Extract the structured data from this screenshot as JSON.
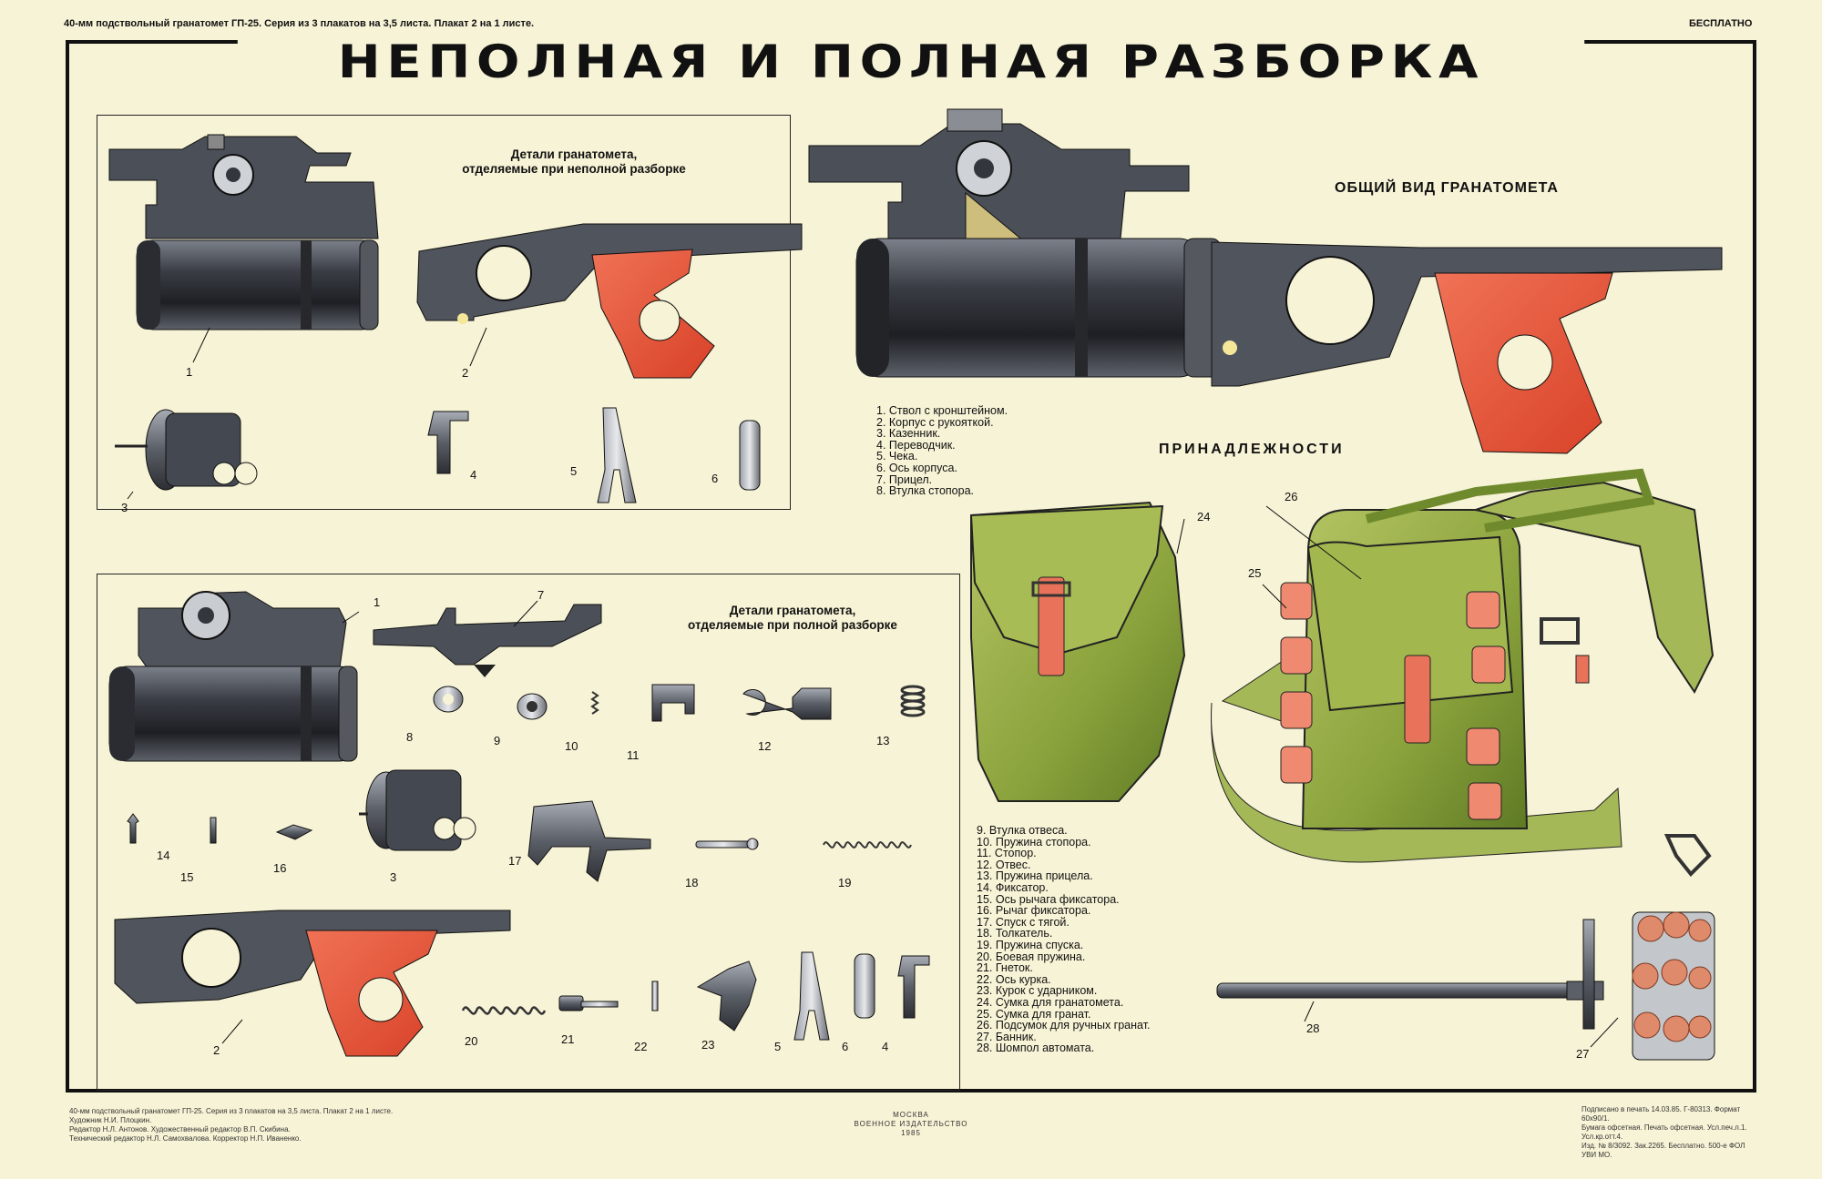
{
  "header": {
    "series_note": "40-мм подствольный гранатомет ГП-25. Серия из 3 плакатов на 3,5 листа. Плакат 2 на 1 листе.",
    "free_label": "БЕСПЛАТНО",
    "title": "НЕПОЛНАЯ И ПОЛНАЯ РАЗБОРКА"
  },
  "panels": {
    "partial_caption": "Детали гранатомета,\nотделяемые при неполной разборке",
    "full_caption": "Детали гранатомета,\nотделяемые при полной разборке",
    "general_view": "ОБЩИЙ ВИД ГРАНАТОМЕТА",
    "accessories": "ПРИНАДЛЕЖНОСТИ"
  },
  "part_numbers": {
    "p1_1": "1",
    "p1_2": "2",
    "p1_3": "3",
    "p1_4": "4",
    "p1_5": "5",
    "p1_6": "6",
    "p2_1": "1",
    "p2_7": "7",
    "p2_8": "8",
    "p2_9": "9",
    "p2_10": "10",
    "p2_11": "11",
    "p2_12": "12",
    "p2_13": "13",
    "p2_14": "14",
    "p2_15": "15",
    "p2_16": "16",
    "p2_3": "3",
    "p2_17": "17",
    "p2_18": "18",
    "p2_19": "19",
    "p2_2": "2",
    "p2_20": "20",
    "p2_21": "21",
    "p2_22": "22",
    "p2_23": "23",
    "p2_5": "5",
    "p2_6": "6",
    "p2_4": "4",
    "a24": "24",
    "a25": "25",
    "a26": "26",
    "a27": "27",
    "a28": "28"
  },
  "legend_top": [
    "1. Ствол с кронштейном.",
    "2. Корпус с рукояткой.",
    "3. Казенник.",
    "4. Переводчик.",
    "5. Чека.",
    "6. Ось корпуса.",
    "7. Прицел.",
    "8. Втулка стопора."
  ],
  "legend_bottom": [
    "9. Втулка отвеса.",
    "10. Пружина стопора.",
    "11. Стопор.",
    "12. Отвес.",
    "13. Пружина прицела.",
    "14. Фиксатор.",
    "15. Ось рычага фиксатора.",
    "16. Рычаг фиксатора.",
    "17. Спуск с тягой.",
    "18. Толкатель.",
    "19. Пружина спуска.",
    "20. Боевая пружина.",
    "21. Гнеток.",
    "22. Ось курка.",
    "23. Курок с ударником.",
    "24. Сумка для гранатомета.",
    "25. Сумка для гранат.",
    "26. Подсумок для ручных гранат.",
    "27. Банник.",
    "28. Шомпол автомата."
  ],
  "footer": {
    "left": [
      "40-мм подствольный гранатомет ГП-25. Серия из 3 плакатов на 3,5 листа. Плакат 2 на 1 листе.",
      "Художник Н.И. Плоцкин.",
      "Редактор Н.Л. Антонов. Художественный редактор В.П. Скибина.",
      "Технический редактор Н.Л. Самохвалова. Корректор Н.П. Иваненко."
    ],
    "center": [
      "МОСКВА",
      "ВОЕННОЕ ИЗДАТЕЛЬСТВО",
      "1985"
    ],
    "right": [
      "Подписано в печать 14.03.85. Г-80313. Формат 60х90/1.",
      "Бумага офсетная. Печать офсетная. Усл.печ.л.1. Усл.кр.отт.4.",
      "Изд. № 8/3092. Зак.2265. Бесплатно. 500-е ФОЛ УВИ МО."
    ]
  },
  "colors": {
    "paper": "#f7f3d6",
    "metal": "#3b3e45",
    "grip": "#e8553a",
    "canvas_green": "#8aa23c",
    "strap_pink": "#ef8a70"
  }
}
